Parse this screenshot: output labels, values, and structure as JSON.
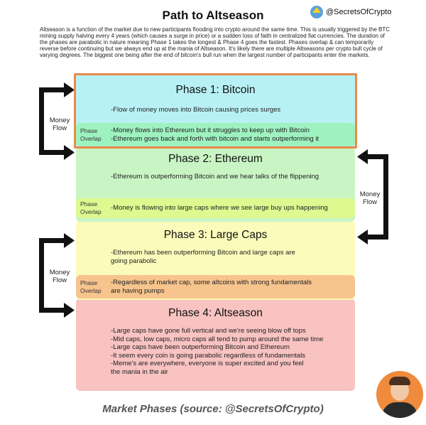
{
  "header": {
    "title": "Path to Altseason",
    "handle": "@SecretsOfCrypto"
  },
  "intro": "Altseason is a function of the market due to new participants flooding into crypto around the same time. This is usually triggered by the BTC mining supply halving every 4 years (which causes a surge in price) or a sudden loss of faith in centralized fiat currencies. The duration of the phases are parabolic in nature meaning Phase 1 takes the longest & Phase 4 goes the fastest. Phases overlap & can temporarily reverse before continuing but we always end up at the mania of Altseason. It's likely there are multiple Altseasons per crypto bull cycle of varying degrees. The biggest one being after the end of bitcoin's bull run when the largest number of participants enter the markets.",
  "money_flow": "Money Flow",
  "phases": [
    {
      "title": "Phase 1: Bitcoin",
      "body": "-Flow of money moves into Bitcoin causing prices surges",
      "overlap_label": "Phase Overlap",
      "overlap": "-Money flows into Ethereum but it struggles to keep up with Bitcoin\n-Ethereum goes back and forth with bitcoin and starts outperforming it",
      "color": "#b8f1f5",
      "overlap_color": "#9ef2c0"
    },
    {
      "title": "Phase 2: Ethereum",
      "body": "-Ethereum is outperforming Bitcoin and we hear talks of the flippening",
      "overlap_label": "Phase Overlap",
      "overlap": "-Money is flowing into large caps where we see large buy ups happening",
      "color": "#c9f5c4",
      "overlap_color": "#def98f"
    },
    {
      "title": "Phase 3: Large Caps",
      "body": "-Ethereum has been outperforming Bitcoin and large caps are\ngoing parabolic",
      "overlap_label": "Phase Overlap",
      "overlap": "-Regardless of market cap, some altcoins with strong fundamentals\nare having pumps",
      "color": "#fbfbbb",
      "overlap_color": "#f7c48e"
    },
    {
      "title": "Phase 4: Altseason",
      "body": "-Large caps have gone full vertical and we're seeing blow off tops\n-Mid caps, low caps, micro caps all tend to pump around the same time\n-Large caps have been outperforming Bitcoin and Ethereum\n-It seem every coin is going parabolic regardless of fundamentals\n-Meme's are everywhere, everyone is super excited and you feel\nthe mania in the air",
      "color": "#f8c3c1"
    }
  ],
  "highlight_color": "#e88a4a",
  "footer": "Market Phases (source: @SecretsOfCrypto)"
}
